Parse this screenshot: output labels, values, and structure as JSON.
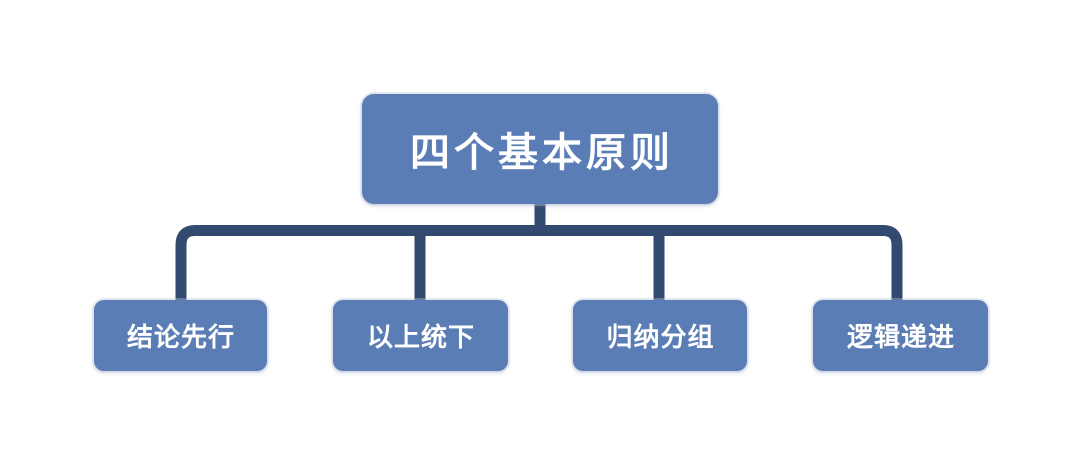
{
  "diagram": {
    "title": "四个基本原则",
    "root": {
      "label": "四个基本原则"
    },
    "children": [
      {
        "label": "结论先行"
      },
      {
        "label": "以上统下"
      },
      {
        "label": "归纳分组"
      },
      {
        "label": "逻辑递进"
      }
    ]
  },
  "colors": {
    "node_fill": "#5b7db5",
    "node_text": "#ffffff",
    "connector": "#334a70"
  }
}
